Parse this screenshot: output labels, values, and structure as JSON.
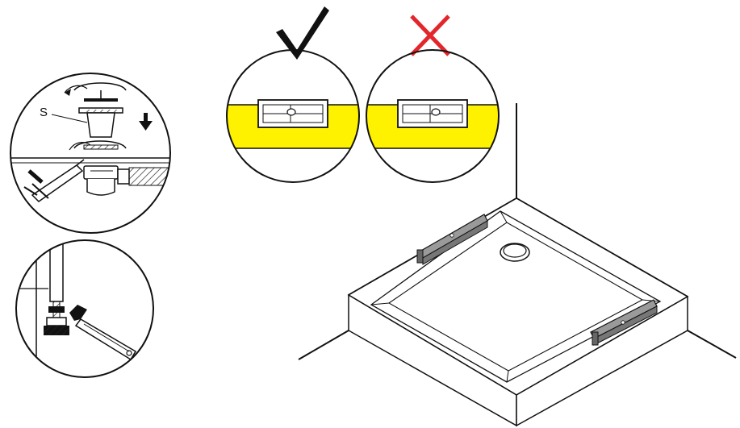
{
  "diagram": {
    "drain_part_label": "S",
    "check_mark": "correct",
    "cross_mark": "incorrect",
    "level_bubble_color": "#FFF200",
    "cross_color": "#E3262B",
    "line_color": "#111111",
    "icons": [
      "check-icon",
      "cross-icon",
      "arrow-down-icon",
      "wrench-icon",
      "spirit-level-icon",
      "silicone-gun-icon"
    ]
  }
}
